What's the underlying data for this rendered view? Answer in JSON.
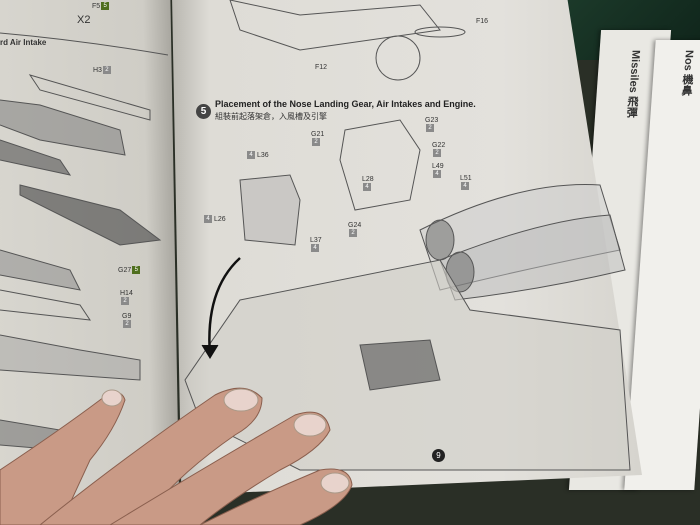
{
  "left_page": {
    "section_title": "rd Air Intake",
    "multiplier": "X2",
    "parts": [
      {
        "id": "F5",
        "sprue": "5"
      },
      {
        "id": "H3",
        "sprue": "2"
      },
      {
        "id": "G27",
        "sprue": "5"
      },
      {
        "id": "H14",
        "sprue": "2"
      },
      {
        "id": "G9",
        "sprue": "2"
      }
    ]
  },
  "right_page": {
    "top_parts": [
      {
        "id": "F16"
      },
      {
        "id": "F12"
      }
    ],
    "step": {
      "number": "5",
      "title": "Placement of the Nose Landing Gear, Air Intakes and Engine.",
      "subtitle": "組裝前起落架倉，入風槽及引擎"
    },
    "parts": [
      {
        "id": "G21",
        "sprue": "2"
      },
      {
        "id": "G23",
        "sprue": "2"
      },
      {
        "id": "G22",
        "sprue": "2"
      },
      {
        "id": "L49",
        "sprue": "4"
      },
      {
        "id": "L51",
        "sprue": "4"
      },
      {
        "id": "L28",
        "sprue": "4"
      },
      {
        "id": "G24",
        "sprue": "2"
      },
      {
        "id": "L36",
        "sprue": "4"
      },
      {
        "id": "L26",
        "sprue": "4"
      },
      {
        "id": "L37",
        "sprue": "4"
      }
    ],
    "page_number": "9"
  },
  "boxes": [
    {
      "label": "Missiles 飛彈"
    },
    {
      "label": "Nos 機鼻"
    }
  ]
}
